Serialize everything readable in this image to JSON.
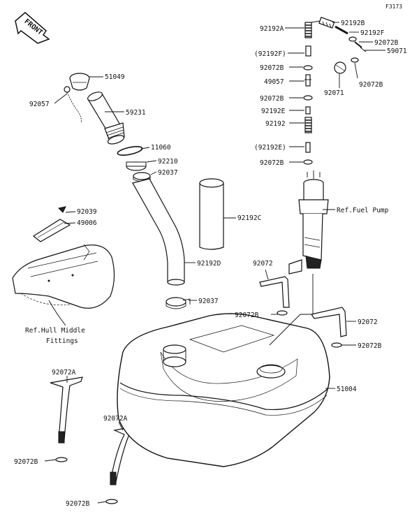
{
  "figure_code": "F3173",
  "front_label": "FRONT",
  "callouts": {
    "p51049": "51049",
    "p92057": "92057",
    "p59231": "59231",
    "p11060": "11060",
    "p92210": "92210",
    "p92037a": "92037",
    "p92039": "92039",
    "p49006": "49006",
    "p92192c": "92192C",
    "p92192d": "92192D",
    "p92037b": "92037",
    "ref_hull_1": "Ref.Hull Middle",
    "ref_hull_2": "Fittings",
    "p92072a_1": "92072A",
    "p92072b_1": "92072B",
    "p92072a_2": "92072A",
    "p92072b_2": "92072B",
    "p92192a": "92192A",
    "p92192f_paren": "(92192F)",
    "p92072b_3": "92072B",
    "p49057": "49057",
    "p92072b_4": "92072B",
    "p92192e": "92192E",
    "p92192": "92192",
    "p92192e_paren": "(92192E)",
    "p92072b_5": "92072B",
    "p92192b": "92192B",
    "p92192f": "92192F",
    "p92072b_6": "92072B",
    "p59071": "59071",
    "p92072b_7": "92072B",
    "p92071": "92071",
    "ref_fuel_pump": "Ref.Fuel Pump",
    "p92072_1": "92072",
    "p92072b_8": "92072B",
    "p92072_2": "92072",
    "p92072b_9": "92072B",
    "p51004": "51004"
  }
}
